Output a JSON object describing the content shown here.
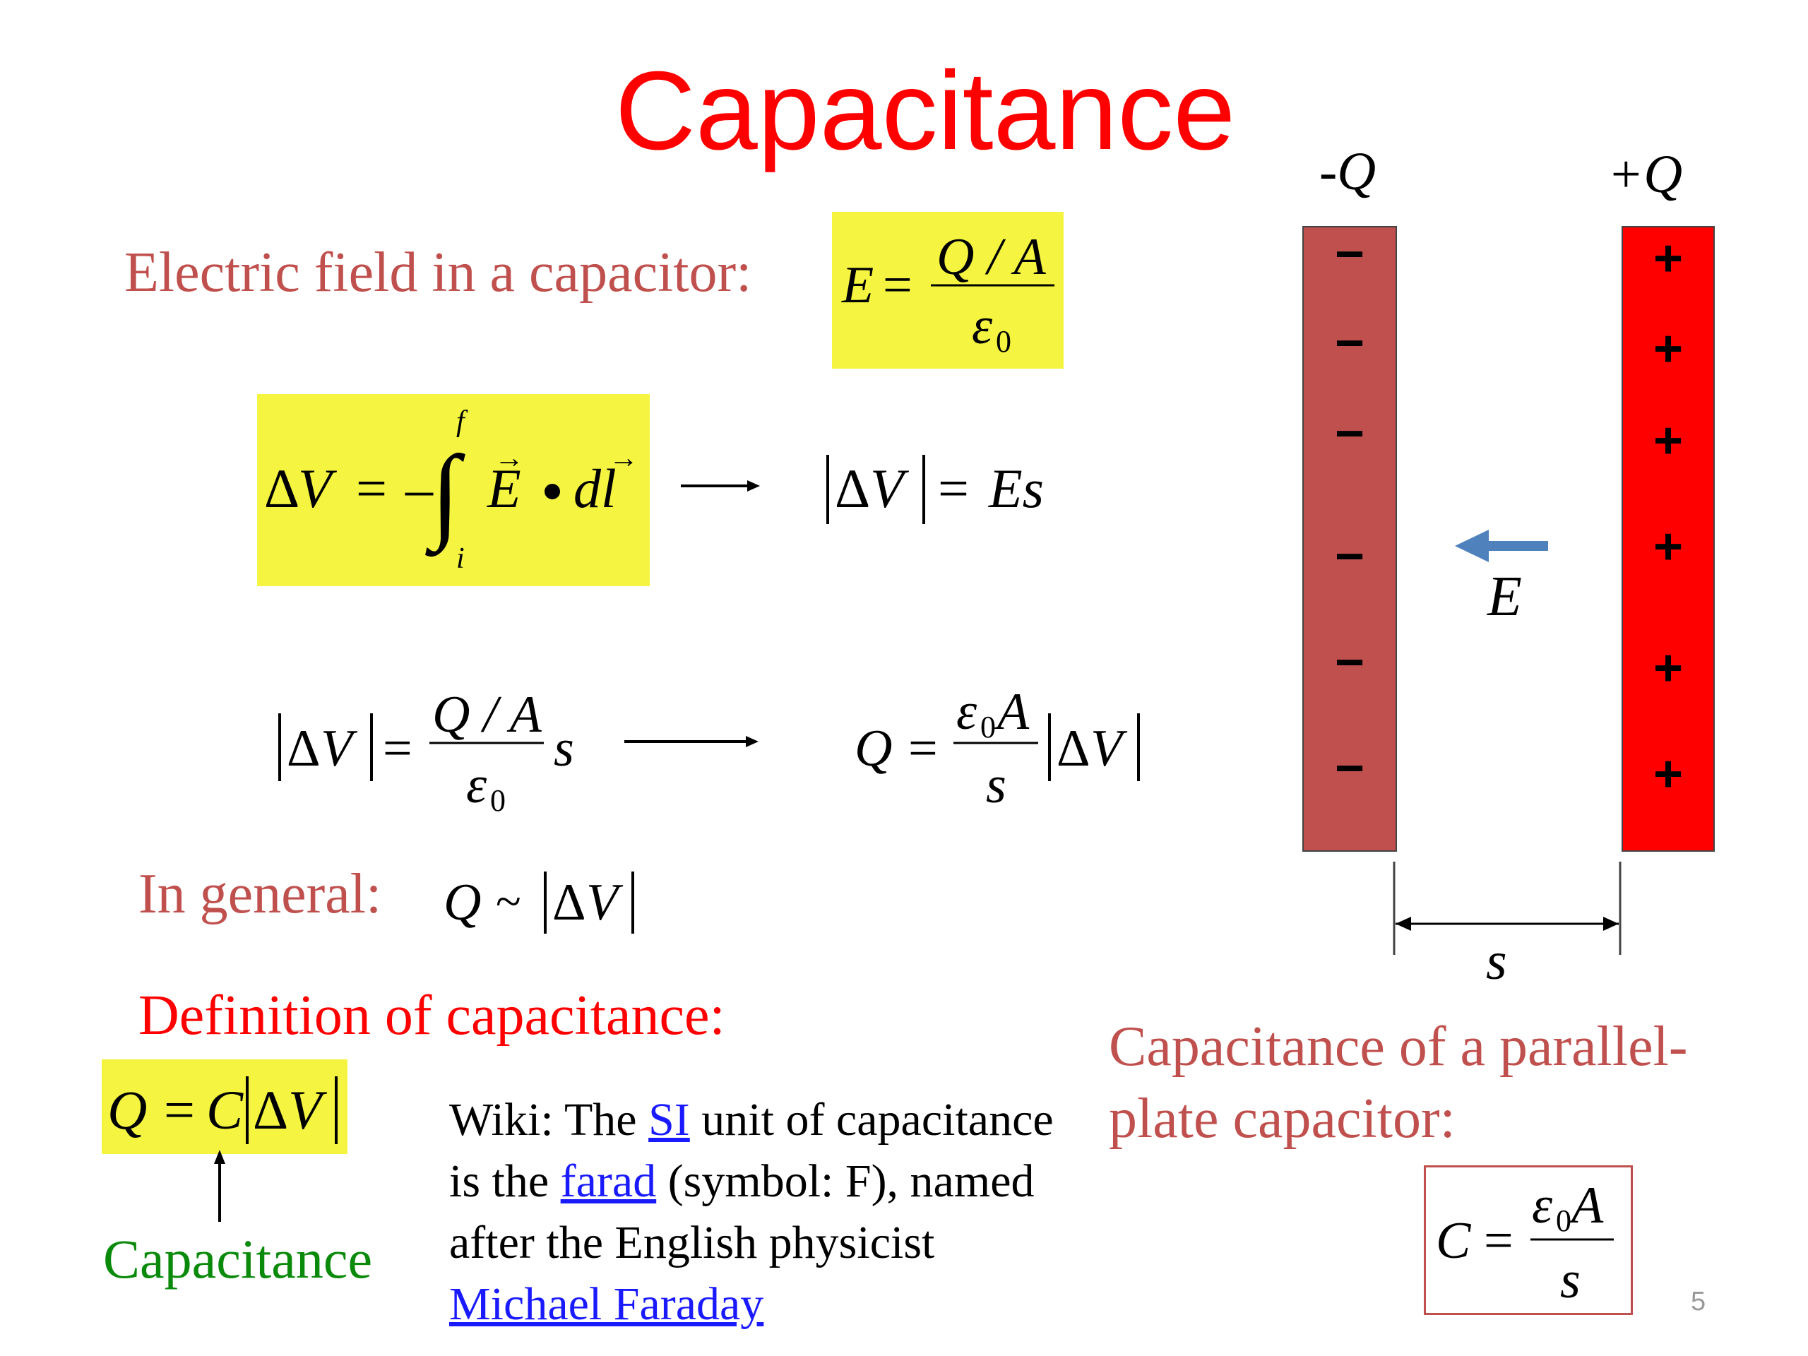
{
  "slide": {
    "title": "Capacitance",
    "page_number": "5"
  },
  "labels": {
    "electric_field": "Electric field in a capacitor:",
    "in_general": "In general:",
    "definition": "Definition of capacitance:",
    "capacitance_arrow_label": "Capacitance",
    "parallel_plate_line1": "Capacitance of a parallel-",
    "parallel_plate_line2": "plate capacitor:"
  },
  "wiki": {
    "prefix": "Wiki: The ",
    "si_link": "SI",
    "after_si": " unit of capacitance",
    "line2_prefix": "is the ",
    "farad_link": "farad",
    "after_farad": " (symbol: F), named",
    "line3": "after the English physicist",
    "faraday_link": "Michael Faraday"
  },
  "diagram": {
    "left_plate_label": "-Q",
    "right_plate_label": "+Q",
    "negative_sign": "−",
    "positive_sign": "+",
    "field_label": "E",
    "separation_label": "s",
    "left_plate_color": "#c0504d",
    "right_plate_color": "#ff0000",
    "arrow_color": "#4f81bd"
  },
  "colors": {
    "highlight": "#f5f541",
    "title": "#ff0000",
    "label": "#c0504d",
    "green": "#0a8a0a",
    "link": "#1a1aff"
  }
}
